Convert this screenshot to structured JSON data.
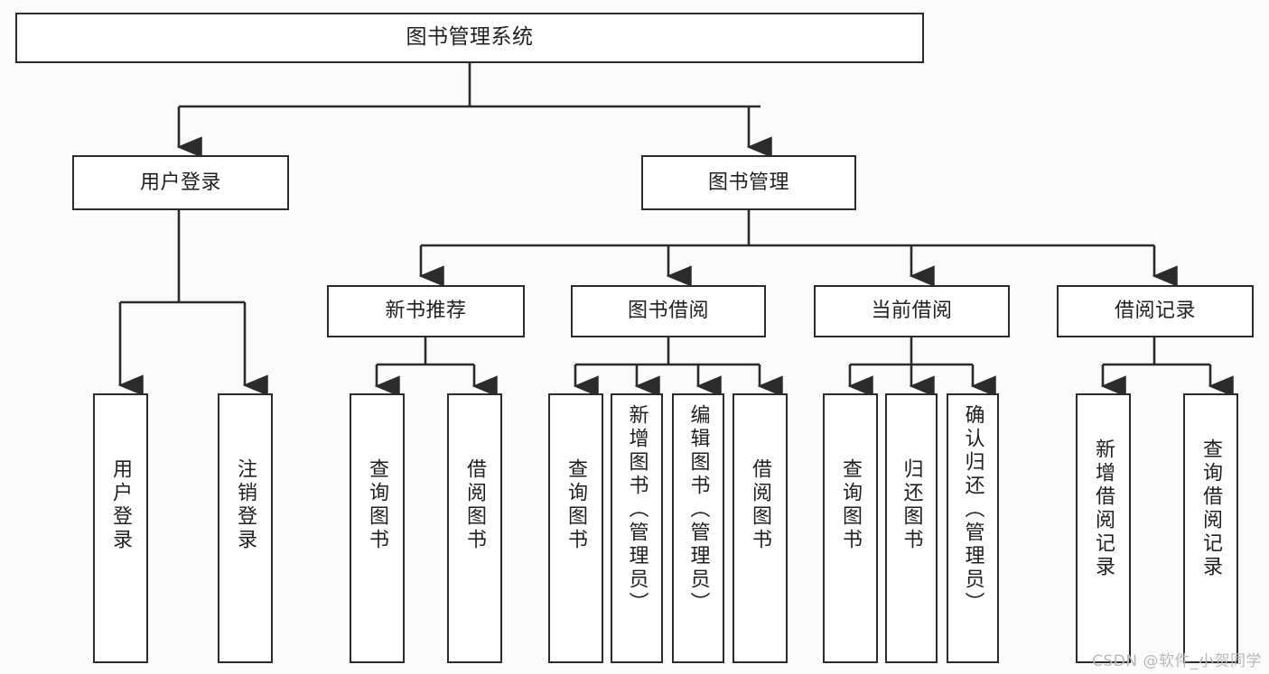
{
  "diagram": {
    "type": "tree",
    "title": "图书管理系统",
    "stroke_color": "#2b2b2b",
    "fill_color": "#ffffff",
    "background_color": "#fbfbfb",
    "levels": 4,
    "nodes": {
      "root": {
        "label": "图书管理系统"
      },
      "l1": [
        {
          "label": "用户登录"
        },
        {
          "label": "图书管理"
        }
      ],
      "l2": [
        {
          "label": "新书推荐"
        },
        {
          "label": "图书借阅"
        },
        {
          "label": "当前借阅"
        },
        {
          "label": "借阅记录"
        }
      ],
      "leaves_login": [
        {
          "label": "用户登录"
        },
        {
          "label": "注销登录"
        }
      ],
      "leaves_newbook": [
        {
          "label": "查询图书"
        },
        {
          "label": "借阅图书"
        }
      ],
      "leaves_borrow": [
        {
          "label": "查询图书"
        },
        {
          "label": "新增图书（管理员）"
        },
        {
          "label": "编辑图书（管理员）"
        },
        {
          "label": "借阅图书"
        }
      ],
      "leaves_current": [
        {
          "label": "查询图书"
        },
        {
          "label": "归还图书"
        },
        {
          "label": "确认归还（管理员）"
        }
      ],
      "leaves_record": [
        {
          "label": "新增借阅记录"
        },
        {
          "label": "查询借阅记录"
        }
      ]
    }
  },
  "watermark": {
    "text": "CSDN @软件_小贺同学"
  }
}
